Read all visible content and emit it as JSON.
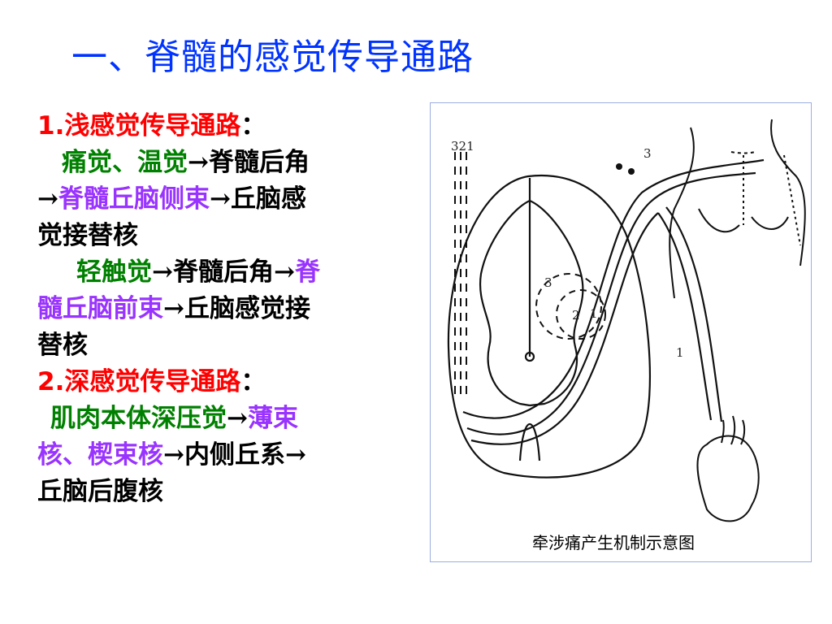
{
  "slide": {
    "title": "一、脊髓的感觉传导通路"
  },
  "left_text": {
    "s1_heading": "1.浅感觉传导通路",
    "s1_colon": "：",
    "pain_temp": "痛觉、温觉",
    "arrow": "→",
    "dorsal_horn": "脊髓后角",
    "lateral_tract": "脊髓丘脑侧束",
    "thalamus_sense_1": "丘脑感",
    "relay_nucleus_1": "觉接替核",
    "light_touch": "轻触觉",
    "anterior_tract_1": "脊",
    "anterior_tract_2": "髓丘脑前束",
    "thalamus_sense_2": "丘脑感觉接",
    "relay_nucleus_2": "替核",
    "s2_heading": "2.深感觉传导通路",
    "s2_colon": "：",
    "deep_pressure": "肌肉本体深压觉",
    "gracile_1": "薄束",
    "gracile_2": "核、楔束核",
    "medial_lemniscus": "内侧丘系",
    "vpl": "丘脑后腹核"
  },
  "figure": {
    "caption": "牵涉痛产生机制示意图",
    "labels": {
      "top_left_numbers": "321",
      "skin_fiber": "3",
      "circle_left": "3",
      "circle_mid": "2",
      "circle_right": "1",
      "visceral_fiber": "1"
    }
  }
}
